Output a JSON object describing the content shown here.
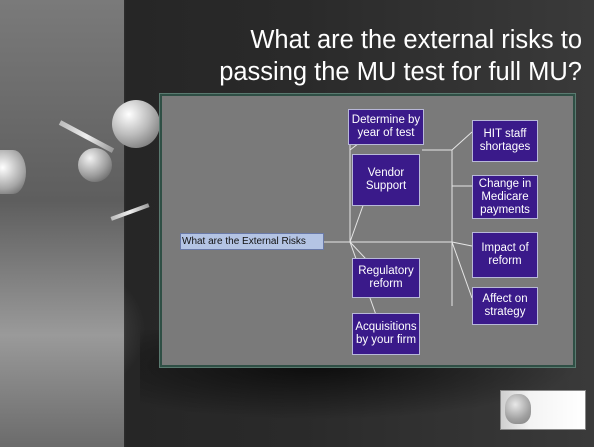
{
  "title_line1": "What are the external risks to",
  "title_line2": "passing the MU test for full MU?",
  "diagram": {
    "root": "What are the External Risks",
    "left_column": [
      "Determine by year of test",
      "Vendor Support",
      "Regulatory reform",
      "Acquisitions by your firm"
    ],
    "right_column": [
      "HIT staff shortages",
      "Change in Medicare payments",
      "Impact of reform",
      "Affect on strategy"
    ]
  },
  "colors": {
    "node_fill": "#3a1a8a",
    "diagram_background": "#7a7a7a",
    "root_fill": "#b4c4e4",
    "title_text": "#ffffff"
  },
  "decor": {
    "background_image": "spheres-and-rods",
    "logo": "classical-bust-logo"
  }
}
